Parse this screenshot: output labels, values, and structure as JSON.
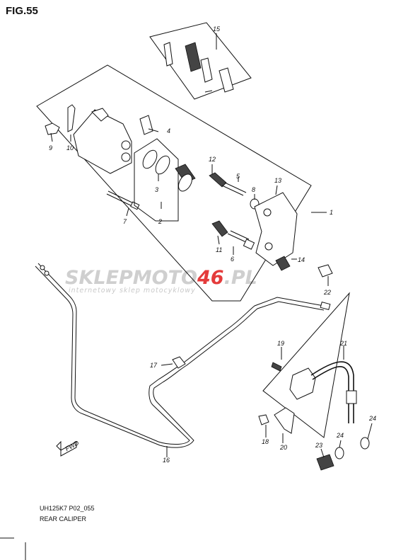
{
  "figure": {
    "title": "FIG.55"
  },
  "watermark": {
    "brand_part1": "SKLEPMOTO",
    "brand_part2": "46",
    "brand_part3": ".PL",
    "tagline": "internetowy sklep motocyklowy",
    "colors": {
      "grey": "#cfcfcf",
      "red": "#e43b3b"
    }
  },
  "callouts": {
    "n1": "1",
    "n2": "2",
    "n3": "3",
    "n4": "4",
    "n5": "5",
    "n6": "6",
    "n7": "7",
    "n8": "8",
    "n9": "9",
    "n10": "10",
    "n11": "11",
    "n12": "12",
    "n13": "13",
    "n14": "14",
    "n15": "15",
    "n16": "16",
    "n17": "17",
    "n18": "18",
    "n19": "19",
    "n20": "20",
    "n21": "21",
    "n22": "22",
    "n23": "23",
    "n24a": "24",
    "n24b": "24"
  },
  "front_marker": {
    "label": "FWD"
  },
  "caption": {
    "model_code": "UH125K7 P02_055",
    "title": "REAR CALIPER"
  }
}
